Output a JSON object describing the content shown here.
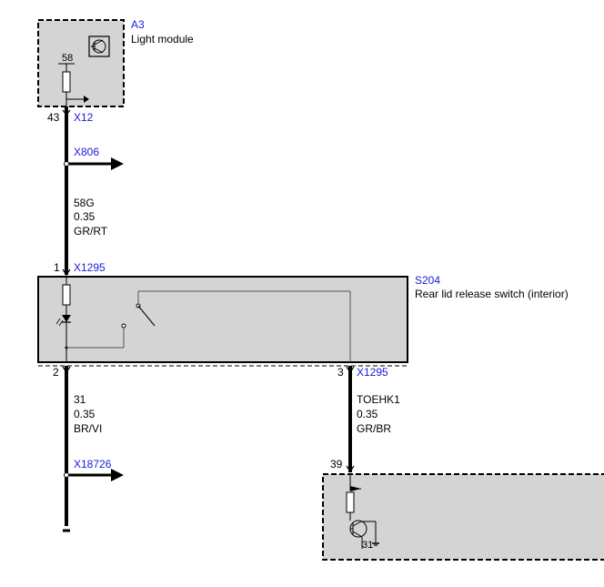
{
  "colors": {
    "component_fill": "#d4d4d4",
    "wire": "#000000",
    "connector_text": "#1a1adb",
    "thin_line": "#555555"
  },
  "icons": {
    "module_symbol": "transistor-icon",
    "led": "led-icon",
    "ground": "ground-icon"
  },
  "light_module": {
    "id": "A3",
    "name": "Light module",
    "terminal": "58",
    "pin": "43",
    "connector": "X12"
  },
  "connector_x806": {
    "label": "X806"
  },
  "wire_top": {
    "signal": "58G",
    "size": "0.35",
    "color": "GR/RT"
  },
  "switch": {
    "id": "S204",
    "name": "Rear lid release switch (interior)",
    "pin_top": "1",
    "connector_top": "X1295",
    "pin_left": "2",
    "pin_right": "3",
    "connector_right": "X1295"
  },
  "wire_left": {
    "signal": "31",
    "size": "0.35",
    "color": "BR/VI"
  },
  "connector_x18726": {
    "label": "X18726"
  },
  "wire_right": {
    "signal": "TOEHK1",
    "size": "0.35",
    "color": "GR/BR"
  },
  "lower_module": {
    "pin": "39",
    "ground_label": "31"
  }
}
